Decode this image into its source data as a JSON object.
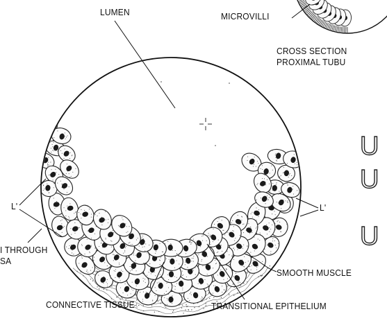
{
  "labels": {
    "lumen": "LUMEN",
    "microvilli": "MICROVILLI",
    "cross_section_line1": "CROSS SECTION",
    "cross_section_line2": "PROXIMAL TUBU",
    "l_prime_left": "L'",
    "l_prime_right": "L'",
    "through_line1": "I THROUGH",
    "through_line2": "SA",
    "smooth_muscle": "SMOOTH MUSCLE",
    "connective_tissue": "CONNECTIVE TISSUE",
    "transitional_epithelium": "TRANSITIONAL EPITHELIUM"
  },
  "side_letters": [
    "U",
    "U",
    "U"
  ]
}
